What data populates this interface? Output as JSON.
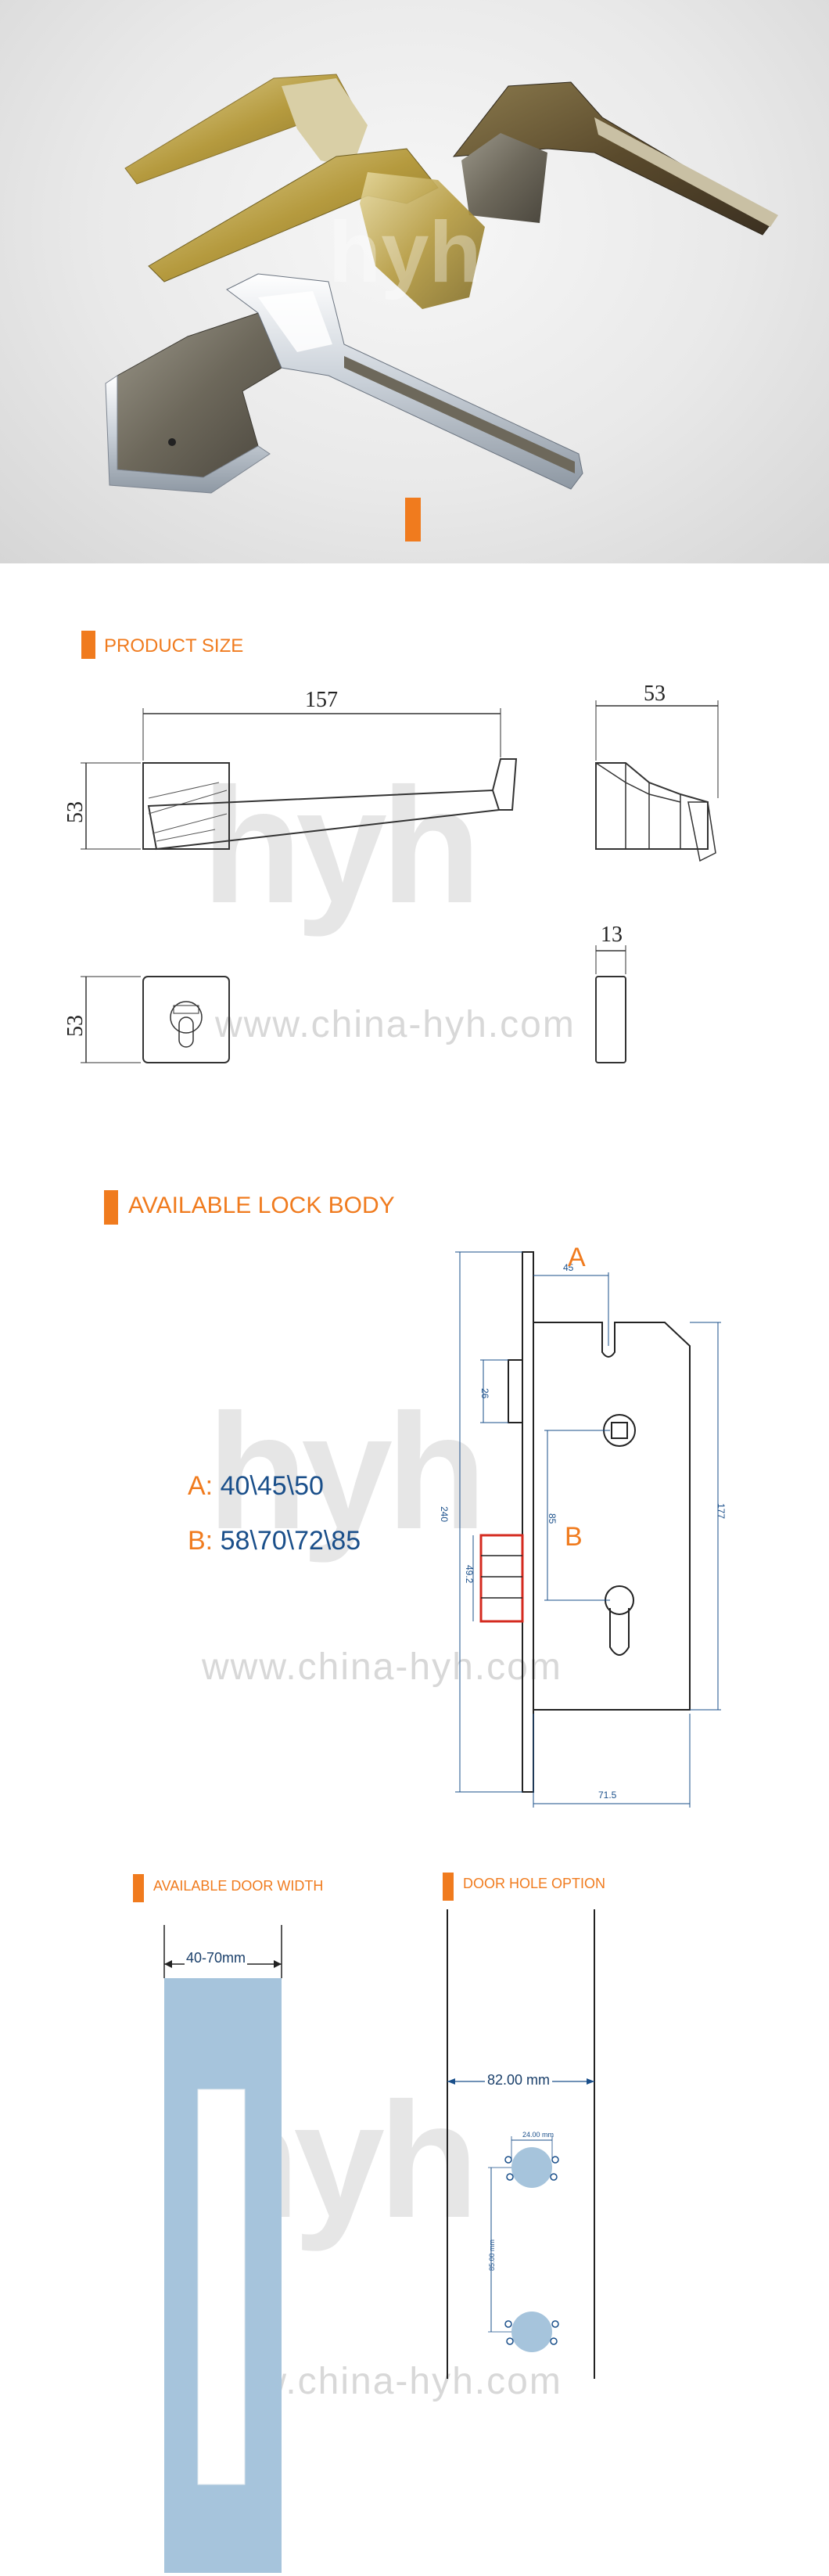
{
  "brand": {
    "logo_text": "hyh",
    "watermark_url": "www.china-hyh.com"
  },
  "colors": {
    "accent": "#f07b1e",
    "lock_blue": "#1a4f8a",
    "door_blue": "#a6c4dc"
  },
  "product_size": {
    "title": "PRODUCT SIZE",
    "dims": {
      "length": "157",
      "depth": "53",
      "rose_height": "53",
      "escutcheon_height": "53",
      "escutcheon_depth": "13"
    }
  },
  "lock_body": {
    "title": "AVAILABLE LOCK BODY",
    "a_key": "A:",
    "a_values": "40\\45\\50",
    "b_key": "B:",
    "b_values": "58\\70\\72\\85",
    "diagram": {
      "label_a": "A",
      "label_b": "B",
      "d45": "45",
      "d26": "26",
      "d240": "240",
      "d85": "85",
      "d49": "49.2",
      "d177": "177",
      "d71": "71.5"
    }
  },
  "door_width": {
    "title": "AVAILABLE DOOR WIDTH",
    "range": "40-70mm"
  },
  "door_hole": {
    "title": "DOOR HOLE OPTION",
    "width": "82.00 mm",
    "hole_dia": "24.00 mm",
    "spacing": "85.00 mm"
  }
}
